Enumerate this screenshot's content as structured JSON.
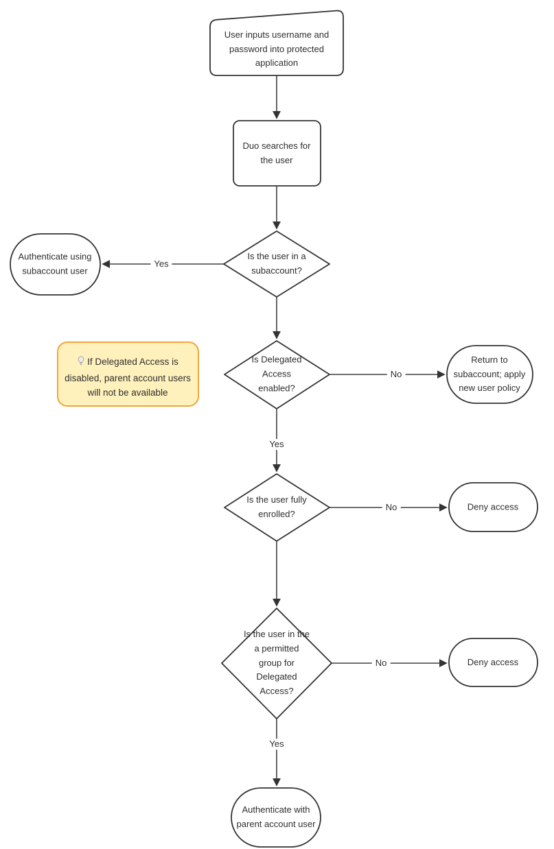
{
  "diagram": {
    "type": "flowchart",
    "direction": "top-down",
    "colors": {
      "node_fill": "#ffffff",
      "node_border": "#333333",
      "edge": "#3f3f3f",
      "text": "#2e2e2e",
      "note_fill": "#FFF1BC",
      "note_border": "#F0A43C"
    },
    "nodes": [
      {
        "id": "user-input",
        "shape": "manual-input",
        "label": "User inputs username and password into protected application"
      },
      {
        "id": "duo-search",
        "shape": "rounded-rect",
        "label": "Duo searches for the user"
      },
      {
        "id": "in-subaccount",
        "shape": "decision",
        "label": "Is the user in a subaccount?"
      },
      {
        "id": "auth-subaccount",
        "shape": "stadium",
        "label": "Authenticate using subaccount user"
      },
      {
        "id": "delegated-enabled",
        "shape": "decision",
        "label": "Is Delegated Access enabled?"
      },
      {
        "id": "return-subaccount",
        "shape": "stadium",
        "label": "Return to subaccount; apply new user policy"
      },
      {
        "id": "fully-enrolled",
        "shape": "decision",
        "label": "Is the user fully enrolled?"
      },
      {
        "id": "deny-access-1",
        "shape": "stadium",
        "label": "Deny access"
      },
      {
        "id": "permitted-group",
        "shape": "decision",
        "label": "Is the user in the a permitted group for Delegated Access?"
      },
      {
        "id": "deny-access-2",
        "shape": "stadium",
        "label": "Deny access"
      },
      {
        "id": "auth-parent",
        "shape": "stadium",
        "label": "Authenticate with parent account user"
      }
    ],
    "note": {
      "icon": "lightbulb-icon",
      "text": "If Delegated Access is disabled, parent account users will not be available"
    },
    "edges": [
      {
        "from": "user-input",
        "to": "duo-search",
        "label": ""
      },
      {
        "from": "duo-search",
        "to": "in-subaccount",
        "label": ""
      },
      {
        "from": "in-subaccount",
        "to": "auth-subaccount",
        "label": "Yes"
      },
      {
        "from": "in-subaccount",
        "to": "delegated-enabled",
        "label": ""
      },
      {
        "from": "delegated-enabled",
        "to": "return-subaccount",
        "label": "No"
      },
      {
        "from": "delegated-enabled",
        "to": "fully-enrolled",
        "label": "Yes"
      },
      {
        "from": "fully-enrolled",
        "to": "deny-access-1",
        "label": "No"
      },
      {
        "from": "fully-enrolled",
        "to": "permitted-group",
        "label": ""
      },
      {
        "from": "permitted-group",
        "to": "deny-access-2",
        "label": "No"
      },
      {
        "from": "permitted-group",
        "to": "auth-parent",
        "label": "Yes"
      }
    ]
  }
}
